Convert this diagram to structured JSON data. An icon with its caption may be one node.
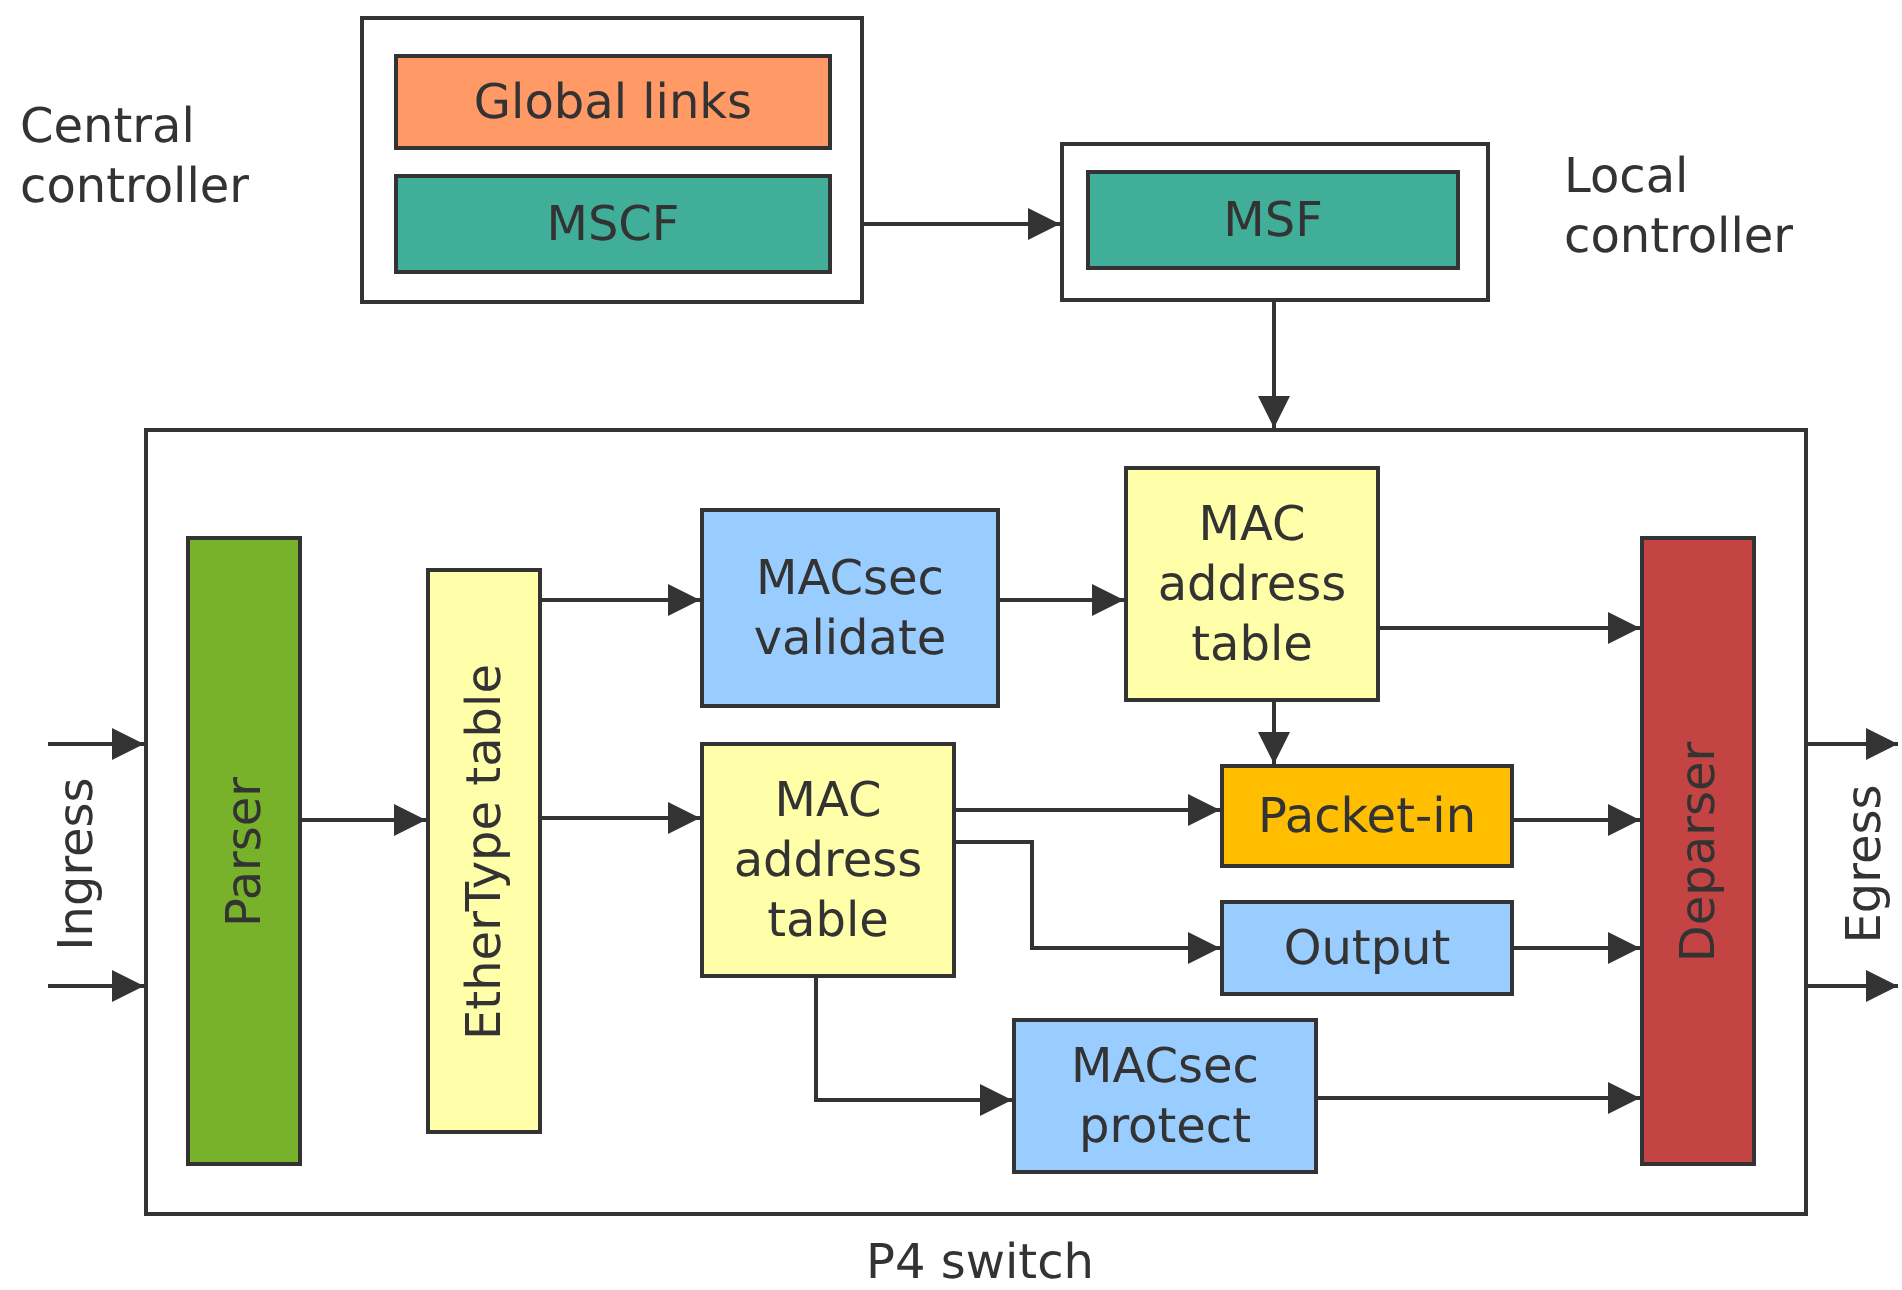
{
  "diagram": {
    "nodes": [
      {
        "text": [
          "Central controller"
        ]
      },
      {
        "text": [
          "Global links"
        ],
        "in": 0
      },
      {
        "text": [
          "MSCF"
        ],
        "in": 0
      },
      {
        "text": [
          "Local controller"
        ]
      },
      {
        "text": [
          "MSF"
        ],
        "in": 3
      },
      {
        "text": [
          "P4 switch"
        ]
      },
      {
        "text": [
          "Parser"
        ],
        "in": 5
      },
      {
        "text": [
          "EtherType table"
        ],
        "in": 5
      },
      {
        "text": [
          "MACsec validate"
        ],
        "in": 5
      },
      {
        "text": [
          "MAC address table"
        ],
        "in": 5
      },
      {
        "text": [
          "MAC address table"
        ],
        "in": 5
      },
      {
        "text": [
          "Packet-in"
        ],
        "in": 5
      },
      {
        "text": [
          "Output"
        ],
        "in": 5
      },
      {
        "text": [
          "MACsec protect"
        ],
        "in": 5
      },
      {
        "text": [
          "Deparser"
        ],
        "in": 5
      }
    ],
    "edges": [
      {
        "from": 0,
        "to": 3,
        "arrow": "to"
      },
      {
        "from": 3,
        "to": 5,
        "arrow": "to"
      },
      {
        "from": 6,
        "to": 7,
        "arrow": "to"
      },
      {
        "from": 7,
        "to": 8,
        "arrow": "to"
      },
      {
        "from": 7,
        "to": 10,
        "arrow": "to"
      },
      {
        "from": 8,
        "to": 9,
        "arrow": "to"
      },
      {
        "from": 9,
        "to": 14,
        "arrow": "to"
      },
      {
        "from": 9,
        "to": 11,
        "arrow": "to"
      },
      {
        "from": 10,
        "to": 11,
        "arrow": "to"
      },
      {
        "from": 10,
        "to": 12,
        "arrow": "to"
      },
      {
        "from": 10,
        "to": 13,
        "arrow": "to"
      },
      {
        "from": 11,
        "to": 14,
        "arrow": "to"
      },
      {
        "from": 12,
        "to": 14,
        "arrow": "to"
      },
      {
        "from": 13,
        "to": 14,
        "arrow": "to"
      },
      {
        "from": null,
        "to": 5,
        "arrow": "to"
      },
      {
        "from": null,
        "to": 5,
        "arrow": "to"
      },
      {
        "from": 5,
        "to": null,
        "arrow": "to"
      },
      {
        "from": 5,
        "to": null,
        "arrow": "to"
      }
    ],
    "labels": [
      "Ingress",
      "Egress"
    ]
  }
}
